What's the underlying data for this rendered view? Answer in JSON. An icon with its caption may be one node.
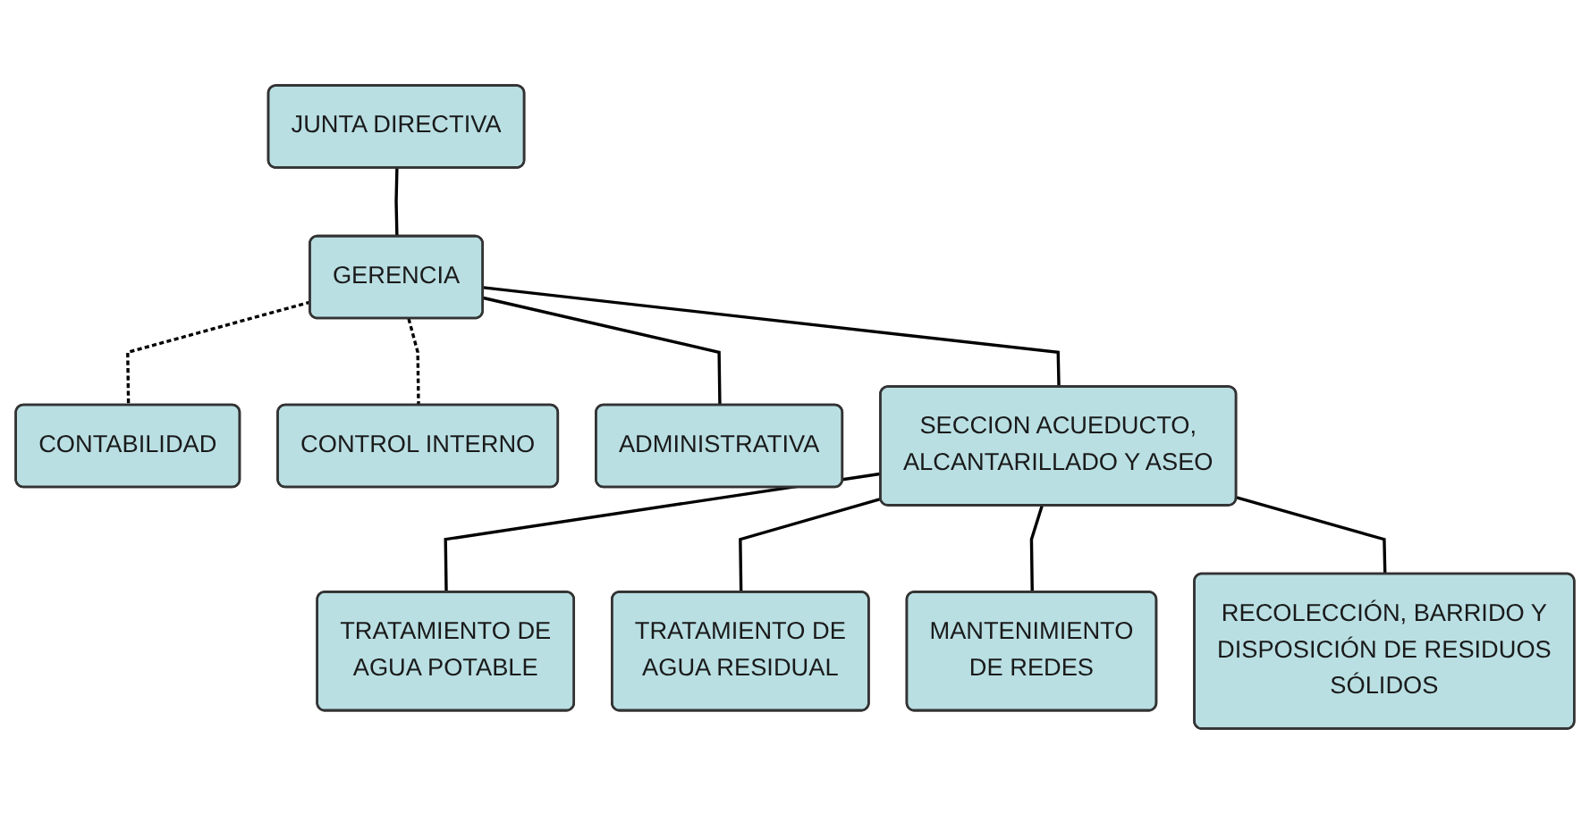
{
  "diagram": {
    "nodes": [
      {
        "text": [
          "JUNTA DIRECTIVA"
        ]
      },
      {
        "text": [
          "GERENCIA"
        ]
      },
      {
        "text": [
          "CONTABILIDAD"
        ]
      },
      {
        "text": [
          "CONTROL INTERNO"
        ]
      },
      {
        "text": [
          "ADMINISTRATIVA"
        ]
      },
      {
        "text": [
          "SECCION ACUEDUCTO, ALCANTARILLADO Y ASEO"
        ]
      },
      {
        "text": [
          "TRATAMIENTO DE AGUA POTABLE"
        ]
      },
      {
        "text": [
          "TRATAMIENTO DE AGUA RESIDUAL"
        ]
      },
      {
        "text": [
          "MANTENIMIENTO DE REDES"
        ]
      },
      {
        "text": [
          "RECOLECCIÓN, BARRIDO Y DISPOSICIÓN DE RESIDUOS SÓLIDOS"
        ]
      }
    ],
    "edges": [
      {
        "from": 0,
        "to": 1,
        "arrow": "none"
      },
      {
        "from": 1,
        "to": 2,
        "arrow": "none",
        "style": "dashed"
      },
      {
        "from": 1,
        "to": 3,
        "arrow": "none",
        "style": "dashed"
      },
      {
        "from": 1,
        "to": 4,
        "arrow": "none"
      },
      {
        "from": 1,
        "to": 5,
        "arrow": "none"
      },
      {
        "from": 5,
        "to": 6,
        "arrow": "none"
      },
      {
        "from": 5,
        "to": 7,
        "arrow": "none"
      },
      {
        "from": 5,
        "to": 8,
        "arrow": "none"
      },
      {
        "from": 5,
        "to": 9,
        "arrow": "none"
      }
    ]
  }
}
